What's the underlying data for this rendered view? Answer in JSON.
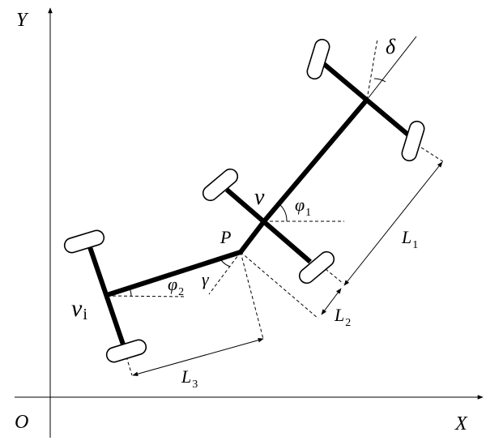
{
  "axes": {
    "y_label": "Y",
    "x_label": "X",
    "origin_label": "O"
  },
  "labels": {
    "v": "v",
    "phi1": "φ",
    "phi1_sub": "1",
    "phi2": "φ",
    "phi2_sub": "2",
    "P": "P",
    "gamma": "γ",
    "delta": "δ",
    "vi": "v",
    "vi_sub": "i",
    "L1": "L",
    "L1_sub": "1",
    "L2": "L",
    "L2_sub": "2",
    "L3": "L",
    "L3_sub": "3"
  },
  "colors": {
    "stroke": "#000000",
    "background": "#ffffff"
  }
}
